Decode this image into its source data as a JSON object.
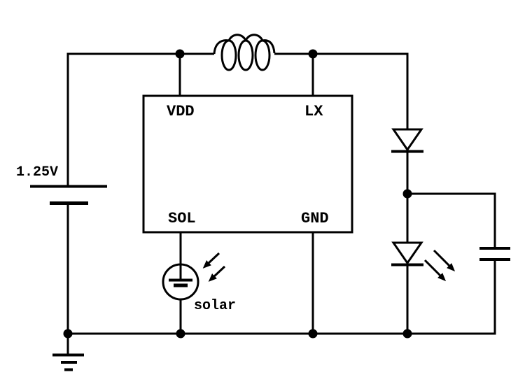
{
  "diagram": {
    "type": "circuit-schematic",
    "description": "solar-powered LED driver boost circuit",
    "colors": {
      "line": "#000000",
      "background": "#ffffff"
    },
    "battery": {
      "label": "1.25V"
    },
    "ic": {
      "pins": [
        {
          "name": "VDD",
          "position": "top-left"
        },
        {
          "name": "LX",
          "position": "top-right"
        },
        {
          "name": "SOL",
          "position": "bottom-left"
        },
        {
          "name": "GND",
          "position": "bottom-right"
        }
      ]
    },
    "solar_cell": {
      "label": "solar"
    },
    "components": [
      "battery",
      "inductor",
      "ic-block",
      "diode",
      "led",
      "capacitor",
      "solar-cell",
      "ground"
    ]
  }
}
